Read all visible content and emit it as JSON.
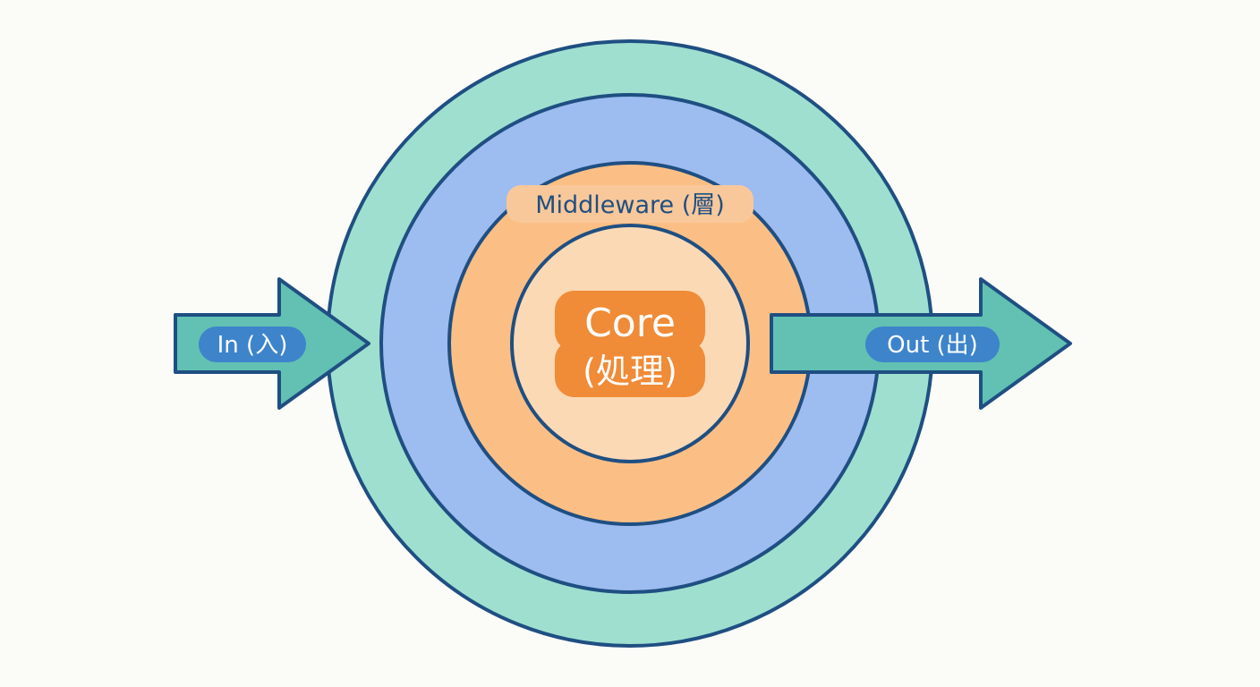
{
  "diagram": {
    "layers": {
      "outer": {
        "color": "#9fdfd0"
      },
      "middle": {
        "color": "#9dbcf0"
      },
      "inner": {
        "color": "#fbbf85"
      },
      "core": {
        "color": "#fcd9b5"
      }
    },
    "stroke_color": "#1f4f82",
    "middleware_label": "Middleware (層)",
    "middleware_label_bg": "#f9c89a",
    "core_label_line1": "Core",
    "core_label_line2": "(処理)",
    "core_label_bg": "#f08b37",
    "core_label_color": "#ffffff",
    "arrow_color": "#62c1b3",
    "input_label": "In (入)",
    "output_label": "Out (出)",
    "io_label_bg": "#3d84cb",
    "io_label_color": "#ffffff"
  }
}
